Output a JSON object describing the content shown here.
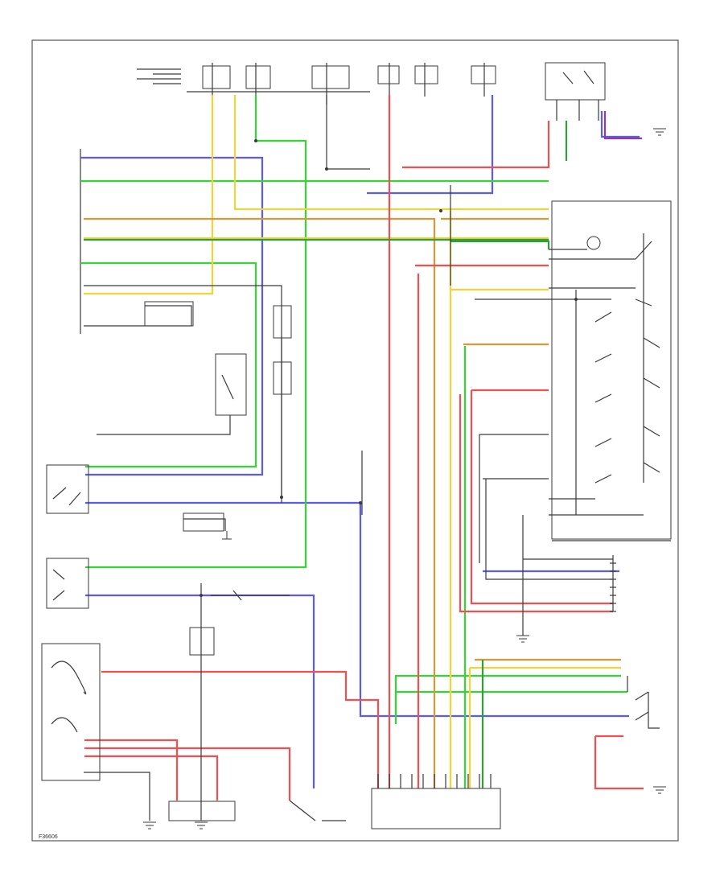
{
  "figure_code": "F36606",
  "colors": {
    "green": "#34d534",
    "blue": "#5b5bf0",
    "yellow": "#f2d43a",
    "red": "#f05050",
    "orange": "#d99a36",
    "dark_green": "#2f9f3a",
    "purple": "#8a3ab8",
    "gray": "#3a3a3a"
  },
  "icons": [
    "ground-symbol",
    "switch-contact",
    "fuse-symbol",
    "connector-pins"
  ]
}
